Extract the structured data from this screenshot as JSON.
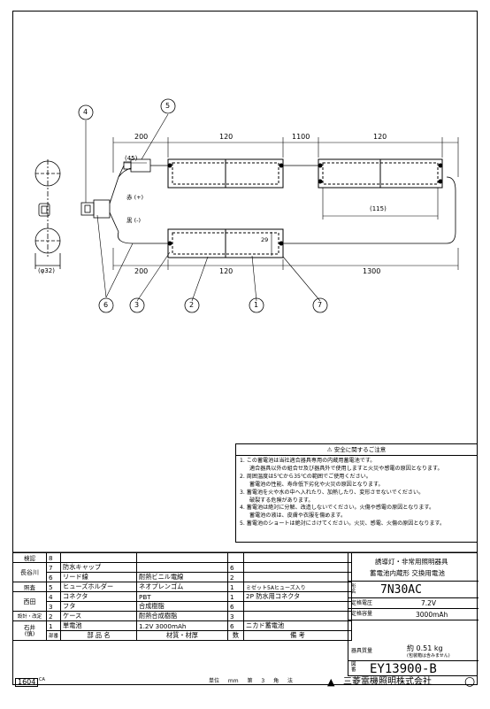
{
  "drawing": {
    "callouts": [
      "4",
      "5",
      "6",
      "3",
      "2",
      "1",
      "7"
    ],
    "dims": {
      "top": [
        "200",
        "120",
        "1100",
        "120"
      ],
      "bottom": [
        "200",
        "120",
        "1300"
      ],
      "d45": "(45)",
      "d115": "(115)",
      "d29": "29",
      "d32": "(φ32)"
    },
    "wire_red": "赤 (+)",
    "wire_black": "黒 (-)"
  },
  "safety": {
    "title": "安全に関するご注意",
    "items": [
      {
        "n": "1.",
        "t": "この蓄電池は当社適合器具専用の内蔵用蓄電池です。",
        "sub": "適合器具以外の組合せ及び器具外で使用しますと火災や感電の原因となります。"
      },
      {
        "n": "2.",
        "t": "周囲温度は5℃から35℃の範囲でご使用ください。",
        "sub": "蓄電池の性能、寿命低下劣化や火災の原因となります。"
      },
      {
        "n": "3.",
        "t": "蓄電池を火や水の中へ入れたり、加熱したり、変形させないでください。",
        "sub": "破裂する危険があります。"
      },
      {
        "n": "4.",
        "t": "蓄電池は絶対に分解、改造しないでください。火傷や感電の原因となります。",
        "sub": "蓄電池の液は、皮膚や衣服を傷めます。"
      },
      {
        "n": "5.",
        "t": "蓄電池のショートは絶対にさけてください。火災、感電、火傷の原因となります。",
        "sub": ""
      }
    ]
  },
  "approvals": [
    {
      "role": "検認",
      "name": ""
    },
    {
      "role": "",
      "name": "長谷川"
    },
    {
      "role": "照査",
      "name": ""
    },
    {
      "role": "",
      "name": "西田"
    },
    {
      "role": "設計・改定",
      "name": ""
    },
    {
      "role": "",
      "name": "石井\n(慎)"
    }
  ],
  "parts": [
    {
      "no": "8",
      "name": "",
      "material": "",
      "spec": "",
      "qty": "",
      "note": ""
    },
    {
      "no": "7",
      "name": "防水キャップ",
      "material": "",
      "spec": "",
      "qty": "6",
      "note": ""
    },
    {
      "no": "6",
      "name": "リード線",
      "material": "耐熱ビニル電線",
      "spec": "",
      "qty": "2",
      "note": ""
    },
    {
      "no": "5",
      "name": "ヒューズホルダー",
      "material": "ネオプレンゴム",
      "spec": "",
      "qty": "1",
      "note": "ミゼット5Aヒューズ入り"
    },
    {
      "no": "4",
      "name": "コネクタ",
      "material": "PBT",
      "spec": "",
      "qty": "1",
      "note": "2P 防水用コネクタ"
    },
    {
      "no": "3",
      "name": "フタ",
      "material": "合成樹脂",
      "spec": "",
      "qty": "6",
      "note": ""
    },
    {
      "no": "2",
      "name": "ケース",
      "material": "耐熱合成樹脂",
      "spec": "",
      "qty": "3",
      "note": ""
    },
    {
      "no": "1",
      "name": "単電池",
      "material": "1.2V 3000mAh",
      "spec": "",
      "qty": "6",
      "note": "ニカド蓄電池"
    }
  ],
  "parts_header": {
    "no": "部番",
    "name": "部 品 名",
    "material": "材質・材厚",
    "qty": "数",
    "note": "備 考"
  },
  "title_block": {
    "product_line1": "誘導灯・非常用照明器具",
    "product_line2": "蓄電池内蔵形 交換用電池",
    "model_label": "形名",
    "model": "7N30AC",
    "voltage_label": "定格電圧",
    "voltage": "7.2V",
    "capacity_label": "定格容量",
    "capacity": "3000mAh",
    "mass_label": "器具質量",
    "mass": "約 0.51 kg",
    "mass_note": "(包装箱は含みません)",
    "drawing_no_label": "図番",
    "drawing_no": "EY13900-B"
  },
  "footer": {
    "date": "1604",
    "ca": "CA",
    "unit": "単位 mm 第 3 角 法",
    "company": "三菱電機照明株式会社"
  }
}
